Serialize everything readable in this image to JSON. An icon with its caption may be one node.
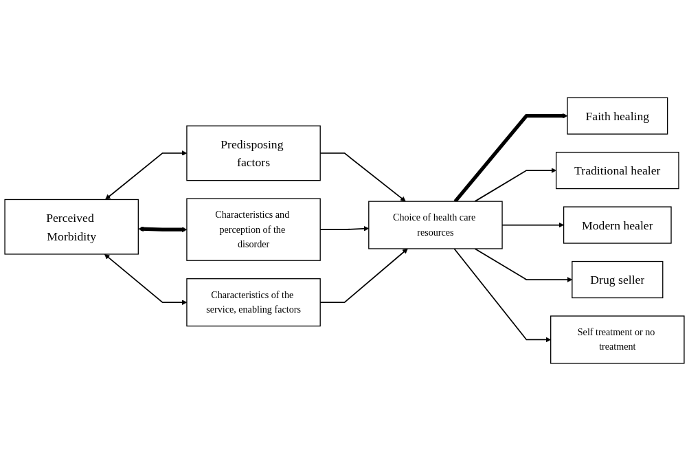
{
  "diagram": {
    "nodes": [
      {
        "text": [
          "Perceived Morbidity"
        ]
      },
      {
        "text": [
          "Predisposing factors"
        ]
      },
      {
        "text": [
          "Characteristics and perception of the disorder"
        ]
      },
      {
        "text": [
          "Characteristics of the service, enabling factors"
        ]
      },
      {
        "text": [
          "Choice of health care resources"
        ]
      },
      {
        "text": [
          "Faith healing"
        ]
      },
      {
        "text": [
          "Traditional healer"
        ]
      },
      {
        "text": [
          "Modern healer"
        ]
      },
      {
        "text": [
          "Drug seller"
        ]
      },
      {
        "text": [
          "Self treatment or no treatment"
        ]
      }
    ],
    "edges": [
      {
        "from": 0,
        "to": 1,
        "arrow": "both"
      },
      {
        "from": 0,
        "to": 2,
        "arrow": "both",
        "style": "thick"
      },
      {
        "from": 0,
        "to": 3,
        "arrow": "both"
      },
      {
        "from": 1,
        "to": 4,
        "arrow": "to"
      },
      {
        "from": 2,
        "to": 4,
        "arrow": "to"
      },
      {
        "from": 3,
        "to": 4,
        "arrow": "to"
      },
      {
        "from": 4,
        "to": 5,
        "arrow": "to",
        "style": "thick"
      },
      {
        "from": 4,
        "to": 6,
        "arrow": "to"
      },
      {
        "from": 4,
        "to": 7,
        "arrow": "to"
      },
      {
        "from": 4,
        "to": 8,
        "arrow": "to"
      },
      {
        "from": 4,
        "to": 9,
        "arrow": "to"
      }
    ]
  }
}
